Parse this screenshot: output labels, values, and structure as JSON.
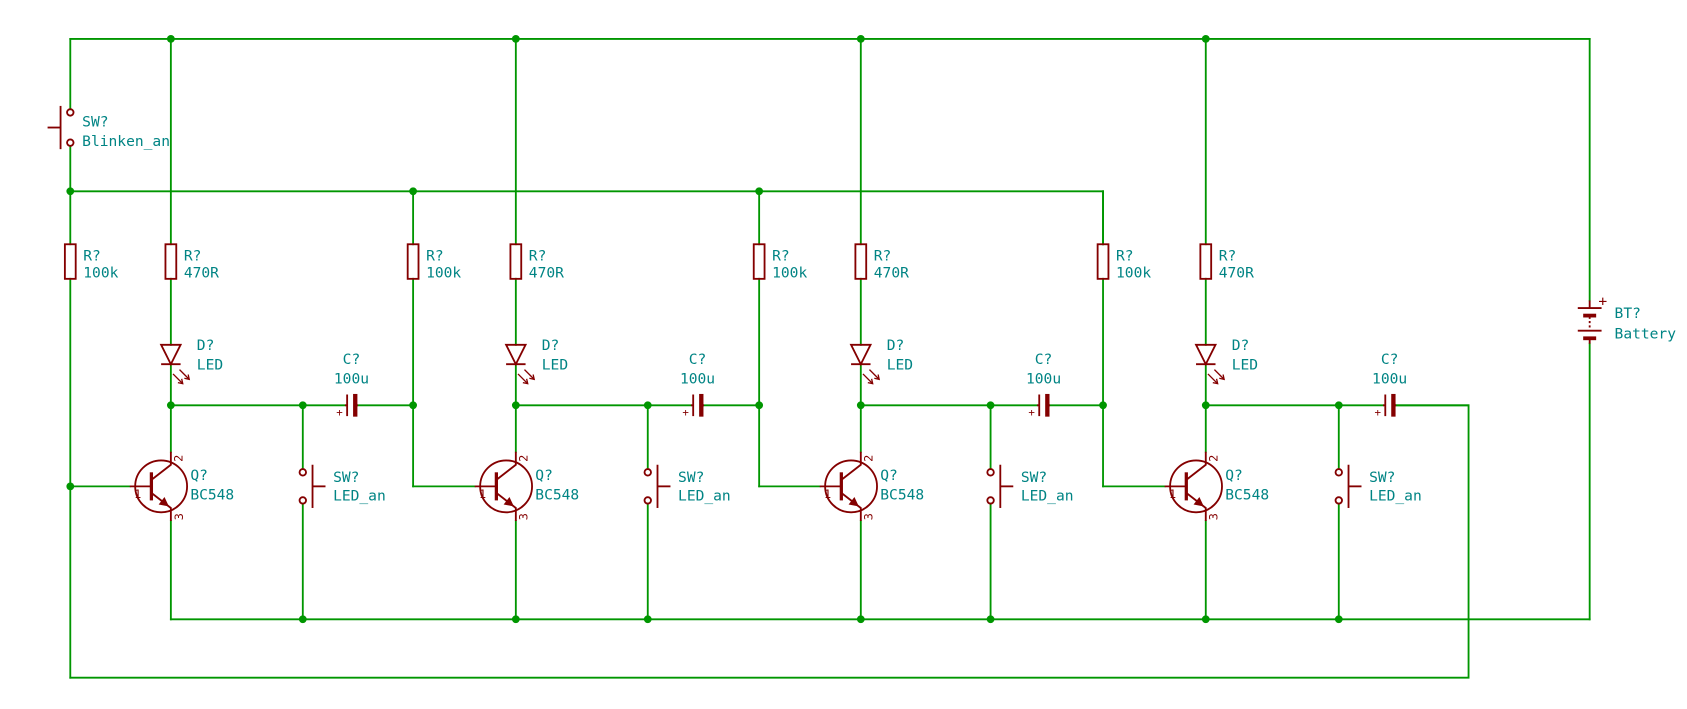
{
  "colors": {
    "background": "#ffffff",
    "wire": "#009600",
    "junction": "#009600",
    "component": "#840000",
    "label": "#008484"
  },
  "power_switch": {
    "ref": "SW?",
    "value": "Blinken_an"
  },
  "stages": [
    {
      "base_resistor": {
        "ref": "R?",
        "value": "100k"
      },
      "collector_resistor": {
        "ref": "R?",
        "value": "470R"
      },
      "led": {
        "ref": "D?",
        "value": "LED"
      },
      "capacitor": {
        "ref": "C?",
        "value": "100u",
        "polarity_mark": "+"
      },
      "transistor": {
        "ref": "Q?",
        "value": "BC548",
        "pin_base": "1",
        "pin_collector": "2",
        "pin_emitter": "3"
      },
      "switch": {
        "ref": "SW?",
        "value": "LED_an"
      }
    },
    {
      "base_resistor": {
        "ref": "R?",
        "value": "100k"
      },
      "collector_resistor": {
        "ref": "R?",
        "value": "470R"
      },
      "led": {
        "ref": "D?",
        "value": "LED"
      },
      "capacitor": {
        "ref": "C?",
        "value": "100u",
        "polarity_mark": "+"
      },
      "transistor": {
        "ref": "Q?",
        "value": "BC548",
        "pin_base": "1",
        "pin_collector": "2",
        "pin_emitter": "3"
      },
      "switch": {
        "ref": "SW?",
        "value": "LED_an"
      }
    },
    {
      "base_resistor": {
        "ref": "R?",
        "value": "100k"
      },
      "collector_resistor": {
        "ref": "R?",
        "value": "470R"
      },
      "led": {
        "ref": "D?",
        "value": "LED"
      },
      "capacitor": {
        "ref": "C?",
        "value": "100u",
        "polarity_mark": "+"
      },
      "transistor": {
        "ref": "Q?",
        "value": "BC548",
        "pin_base": "1",
        "pin_collector": "2",
        "pin_emitter": "3"
      },
      "switch": {
        "ref": "SW?",
        "value": "LED_an"
      }
    },
    {
      "base_resistor": {
        "ref": "R?",
        "value": "100k"
      },
      "collector_resistor": {
        "ref": "R?",
        "value": "470R"
      },
      "led": {
        "ref": "D?",
        "value": "LED"
      },
      "capacitor": {
        "ref": "C?",
        "value": "100u",
        "polarity_mark": "+"
      },
      "transistor": {
        "ref": "Q?",
        "value": "BC548",
        "pin_base": "1",
        "pin_collector": "2",
        "pin_emitter": "3"
      },
      "switch": {
        "ref": "SW?",
        "value": "LED_an"
      }
    }
  ],
  "battery": {
    "ref": "BT?",
    "value": "Battery",
    "polarity_mark": "+"
  }
}
